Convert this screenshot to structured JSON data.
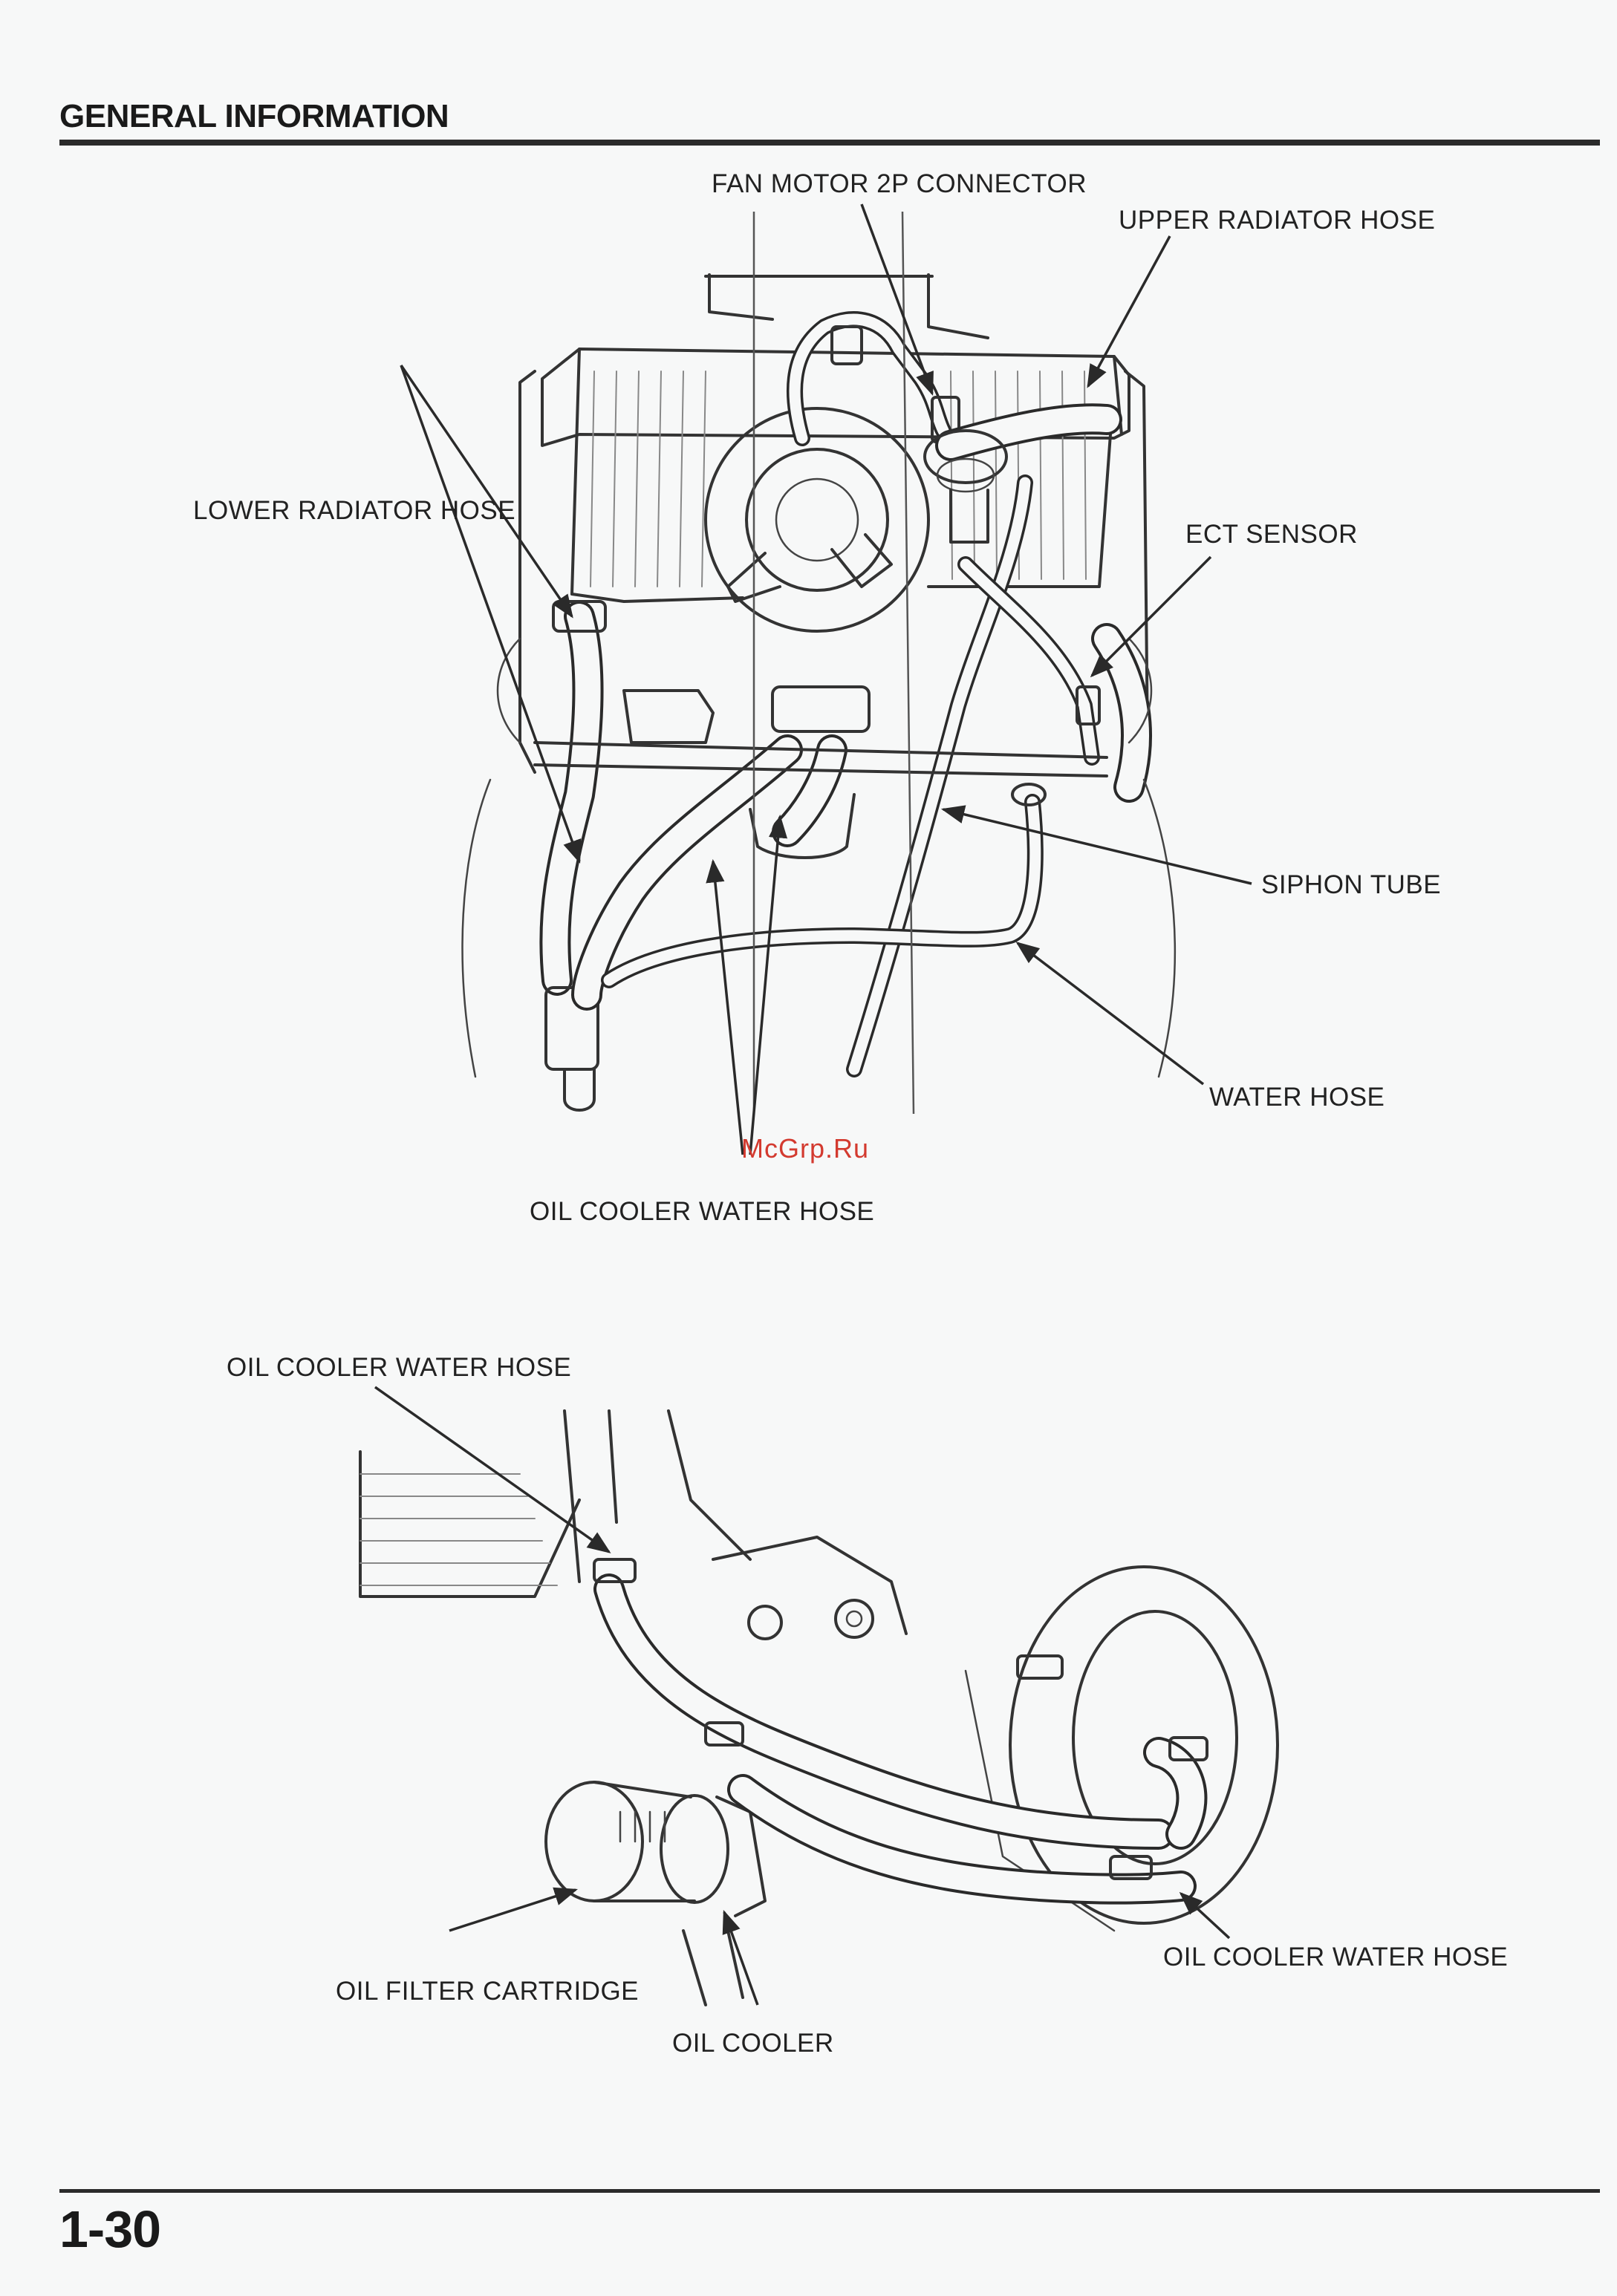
{
  "header": {
    "section_title": "GENERAL INFORMATION"
  },
  "figure_top": {
    "labels": {
      "fan_motor_connector": "FAN MOTOR 2P CONNECTOR",
      "upper_radiator_hose": "UPPER RADIATOR HOSE",
      "lower_radiator_hose": "LOWER RADIATOR HOSE",
      "ect_sensor": "ECT SENSOR",
      "siphon_tube": "SIPHON TUBE",
      "water_hose": "WATER HOSE",
      "oil_cooler_water_hose": "OIL COOLER WATER HOSE"
    }
  },
  "figure_bottom": {
    "labels": {
      "oil_cooler_water_hose_top": "OIL COOLER WATER HOSE",
      "oil_cooler_water_hose_right": "OIL COOLER WATER HOSE",
      "oil_filter_cartridge": "OIL FILTER CARTRIDGE",
      "oil_cooler": "OIL COOLER"
    }
  },
  "watermark": "McGrp.Ru",
  "footer": {
    "page_number": "1-30"
  }
}
